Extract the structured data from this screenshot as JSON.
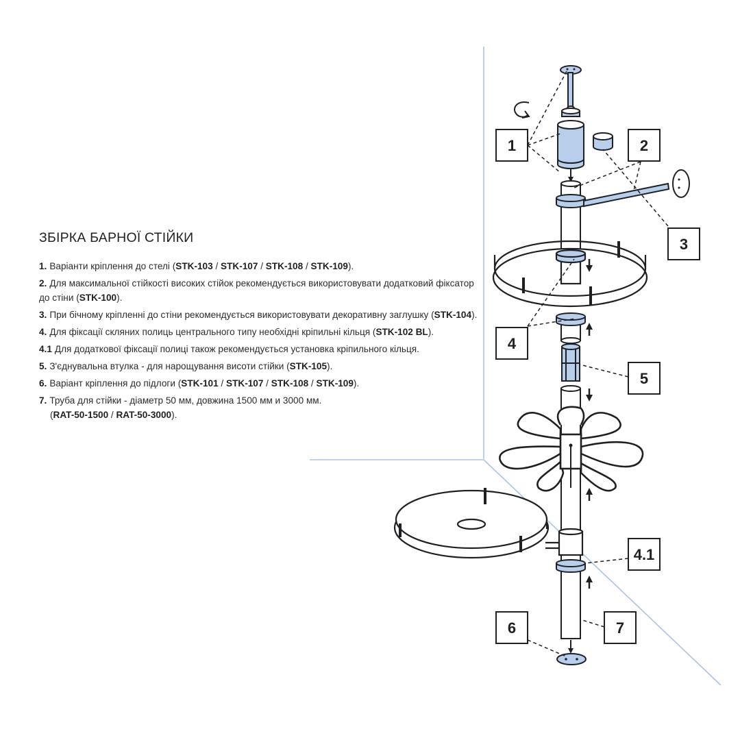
{
  "title": "ЗБІРКА БАРНОЇ СТІЙКИ",
  "steps": [
    {
      "num": "1.",
      "segments": [
        {
          "t": "Варіанти кріплення до стелі ("
        },
        {
          "t": "STK-103",
          "code": true
        },
        {
          "t": " / "
        },
        {
          "t": "STK-107",
          "code": true
        },
        {
          "t": " / "
        },
        {
          "t": "STK-108",
          "code": true
        },
        {
          "t": " / "
        },
        {
          "t": "STK-109",
          "code": true
        },
        {
          "t": ")."
        }
      ]
    },
    {
      "num": "2.",
      "segments": [
        {
          "t": "Для максимальної стійкості високих стійок рекомендується використовувати додатковий фіксатор до стіни ("
        },
        {
          "t": "STK-100",
          "code": true
        },
        {
          "t": ")."
        }
      ]
    },
    {
      "num": "3.",
      "segments": [
        {
          "t": "При бічному кріпленні до стіни рекомендується використовувати декоративну заглушку ("
        },
        {
          "t": "STK-104",
          "code": true
        },
        {
          "t": ")."
        }
      ]
    },
    {
      "num": "4.",
      "segments": [
        {
          "t": "Для фіксації скляних полиць центрального типу необхідні кріпильні кільця ("
        },
        {
          "t": "STK-102 BL",
          "code": true
        },
        {
          "t": ")."
        }
      ]
    },
    {
      "num": "4.1",
      "segments": [
        {
          "t": "Для додаткової фіксації полиці також рекомендується установка кріпильного кільця."
        }
      ]
    },
    {
      "num": "5.",
      "segments": [
        {
          "t": "З'єднувальна втулка - для нарощування висоти стійки ("
        },
        {
          "t": "STK-105",
          "code": true
        },
        {
          "t": ")."
        }
      ]
    },
    {
      "num": "6.",
      "segments": [
        {
          "t": "Варіант кріплення до підлоги ("
        },
        {
          "t": "STK-101",
          "code": true
        },
        {
          "t": " / "
        },
        {
          "t": "STK-107",
          "code": true
        },
        {
          "t": " / "
        },
        {
          "t": "STK-108",
          "code": true
        },
        {
          "t": " / "
        },
        {
          "t": "STK-109",
          "code": true
        },
        {
          "t": ")."
        }
      ]
    },
    {
      "num": "7.",
      "segments": [
        {
          "t": "Труба для стійки - діаметр 50 мм, довжина 1500 мм и 3000 мм."
        }
      ],
      "extra": [
        {
          "t": "("
        },
        {
          "t": "RAT-50-1500",
          "code": true
        },
        {
          "t": " / "
        },
        {
          "t": "RAT-50-3000",
          "code": true
        },
        {
          "t": ")."
        }
      ]
    }
  ],
  "callouts": {
    "c1": "1",
    "c2": "2",
    "c3": "3",
    "c4": "4",
    "c5": "5",
    "c41": "4.1",
    "c6": "6",
    "c7": "7"
  },
  "colors": {
    "ink": "#1f2023",
    "accent_blue": "#b8cfeb",
    "wall_line": "#a9c4e6"
  },
  "icons": [
    "rotate-arrow-icon",
    "arrow-down-icon",
    "arrow-up-icon"
  ]
}
